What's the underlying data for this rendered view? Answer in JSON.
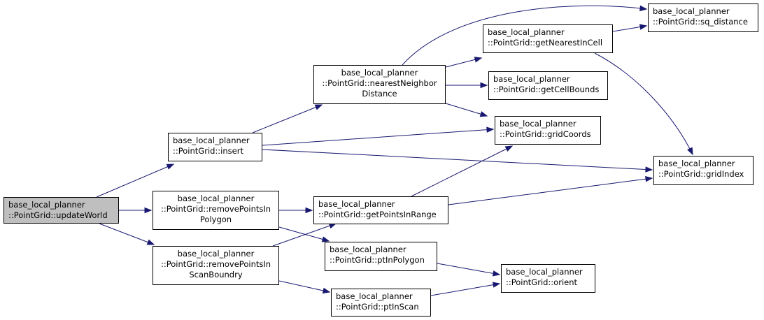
{
  "colors": {
    "edge": "#191970",
    "root_fill": "#bfbfbf",
    "node_fill": "#ffffff",
    "border": "#000000"
  },
  "nodes": {
    "updateWorld": {
      "line1": "base_local_planner",
      "line2": "::PointGrid::updateWorld"
    },
    "insert": {
      "line1": "base_local_planner",
      "line2": "::PointGrid::insert"
    },
    "removePointsInPolygon": {
      "line1": "base_local_planner",
      "line2": "::PointGrid::removePointsIn",
      "line3": "Polygon"
    },
    "removePointsInScanBoundry": {
      "line1": "base_local_planner",
      "line2": "::PointGrid::removePointsIn",
      "line3": "ScanBoundry"
    },
    "nearestNeighborDistance": {
      "line1": "base_local_planner",
      "line2": "::PointGrid::nearestNeighbor",
      "line3": "Distance"
    },
    "getPointsInRange": {
      "line1": "base_local_planner",
      "line2": "::PointGrid::getPointsInRange"
    },
    "ptInPolygon": {
      "line1": "base_local_planner",
      "line2": "::PointGrid::ptInPolygon"
    },
    "ptInScan": {
      "line1": "base_local_planner",
      "line2": "::PointGrid::ptInScan"
    },
    "getNearestInCell": {
      "line1": "base_local_planner",
      "line2": "::PointGrid::getNearestInCell"
    },
    "getCellBounds": {
      "line1": "base_local_planner",
      "line2": "::PointGrid::getCellBounds"
    },
    "gridCoords": {
      "line1": "base_local_planner",
      "line2": "::PointGrid::gridCoords"
    },
    "sq_distance": {
      "line1": "base_local_planner",
      "line2": "::PointGrid::sq_distance"
    },
    "gridIndex": {
      "line1": "base_local_planner",
      "line2": "::PointGrid::gridIndex"
    },
    "orient": {
      "line1": "base_local_planner",
      "line2": "::PointGrid::orient"
    }
  }
}
